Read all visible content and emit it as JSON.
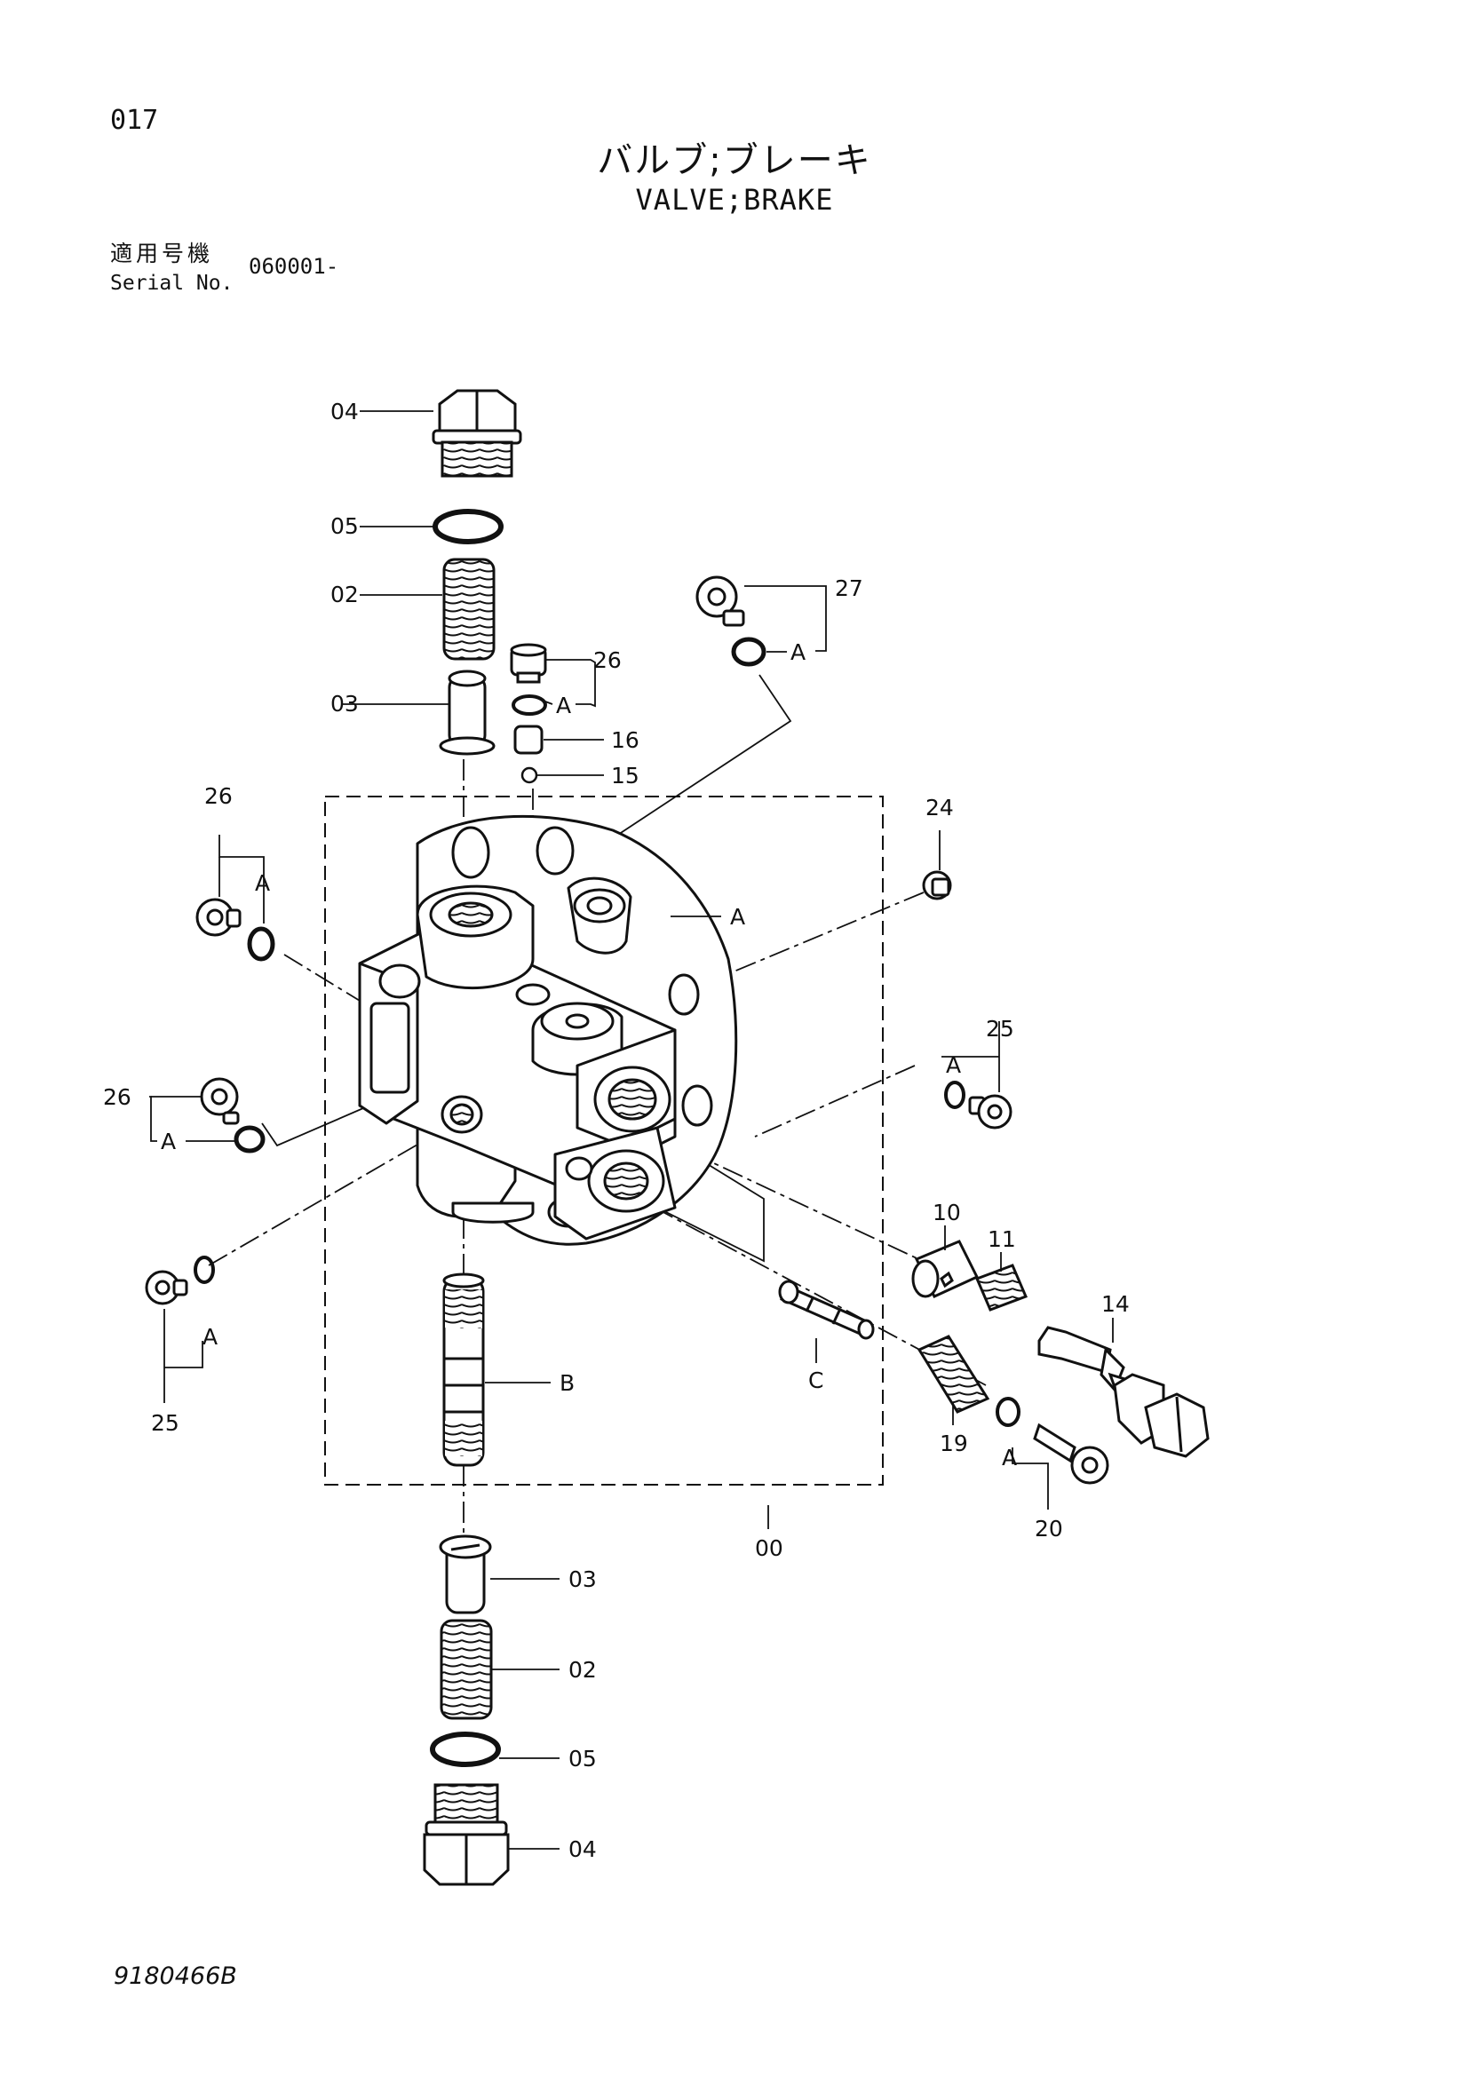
{
  "header": {
    "page_number": "017",
    "title_jp": "バルブ;ブレーキ",
    "title_en": "VALVE;BRAKE",
    "serial_label_jp": "適用号機",
    "serial_label_en": "Serial No.",
    "serial_value": "060001-"
  },
  "footer": {
    "doc_code": "9180466B"
  },
  "callouts": {
    "c04_top": "04",
    "c05_top": "05",
    "c02_top": "02",
    "c03_top": "03",
    "c26_top": "26",
    "c26_top_a": "A",
    "c16": "16",
    "c15": "15",
    "c27": "27",
    "c27_a": "A",
    "c26_left": "26",
    "c26_left_a": "A",
    "c26_mid": "26",
    "c26_mid_a": "A",
    "c_a_body": "A",
    "c24": "24",
    "c25_right": "25",
    "c25_right_a": "A",
    "c25_left": "25",
    "c25_left_a": "A",
    "c10": "10",
    "c11": "11",
    "c14": "14",
    "c19": "19",
    "c20": "20",
    "c20_a": "A",
    "c_b": "B",
    "c_c": "C",
    "c00": "00",
    "c03_bot": "03",
    "c02_bot": "02",
    "c05_bot": "05",
    "c04_bot": "04"
  },
  "colors": {
    "ink": "#111111",
    "background": "#ffffff"
  }
}
